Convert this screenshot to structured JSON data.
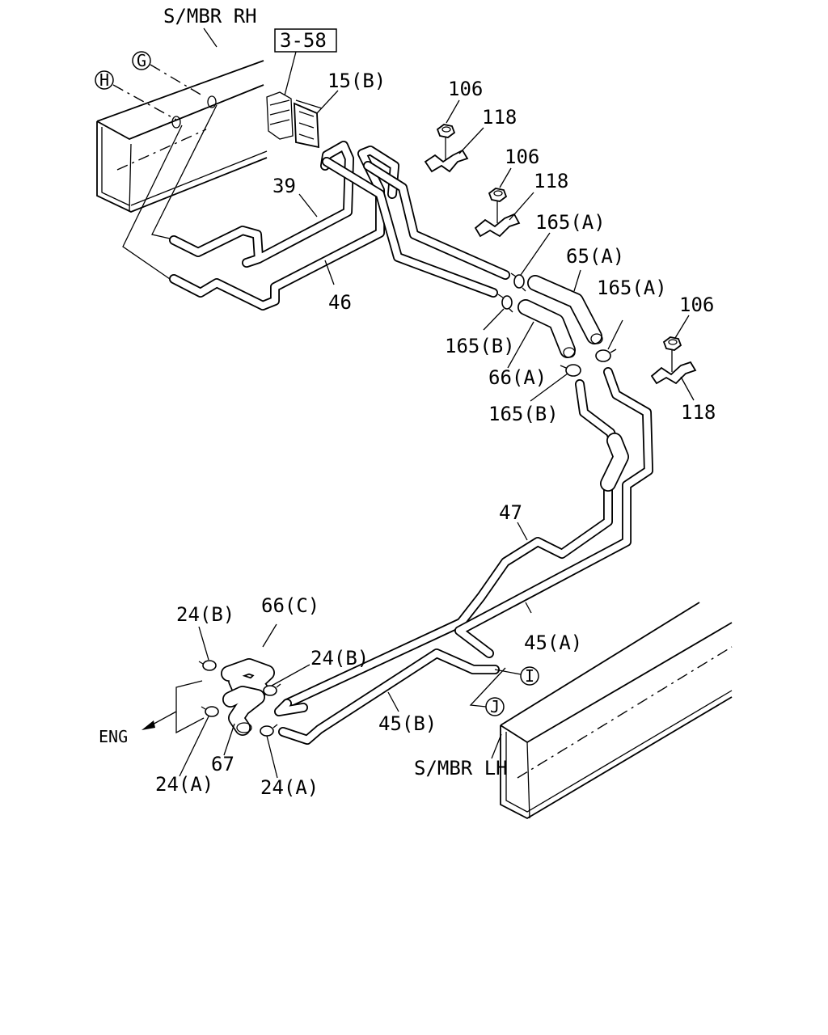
{
  "frames": {
    "rh": "S/MBR RH",
    "lh": "S/MBR LH"
  },
  "ref_box": "3-58",
  "direction": "ENG",
  "refs": {
    "g": "G",
    "h": "H",
    "i": "I",
    "j": "J"
  },
  "parts": {
    "p15b": "15(B)",
    "p39": "39",
    "p46": "46",
    "p106a": "106",
    "p118a": "118",
    "p106b": "106",
    "p118b": "118",
    "p106c": "106",
    "p118c": "118",
    "p165a_1": "165(A)",
    "p65a": "65(A)",
    "p165a_2": "165(A)",
    "p165b_1": "165(B)",
    "p66a": "66(A)",
    "p165b_2": "165(B)",
    "p47": "47",
    "p45a": "45(A)",
    "p45b": "45(B)",
    "p66c": "66(C)",
    "p24b_1": "24(B)",
    "p24b_2": "24(B)",
    "p24a_1": "24(A)",
    "p24a_2": "24(A)",
    "p67": "67"
  }
}
